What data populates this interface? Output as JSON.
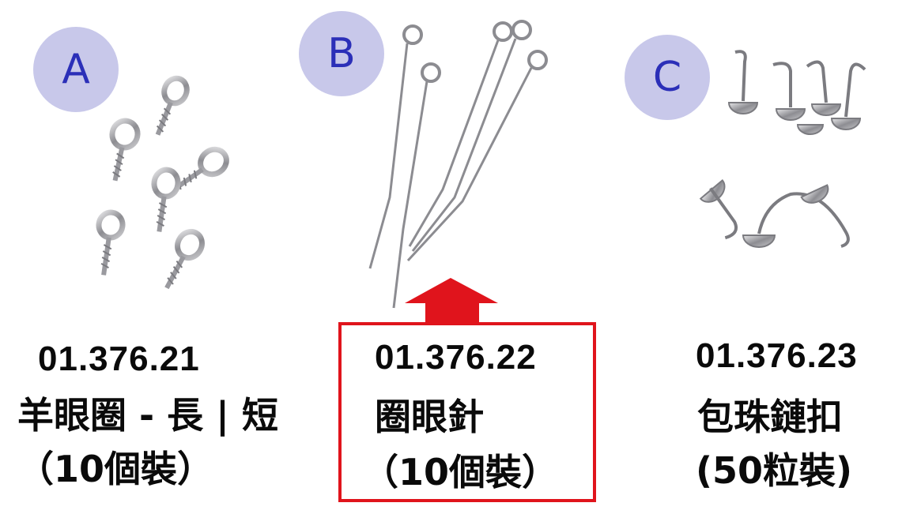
{
  "products": [
    {
      "letter": "A",
      "code": "01.376.21",
      "name": "羊眼圈 - 長 | 短",
      "qty": "（10個裝）"
    },
    {
      "letter": "B",
      "code": "01.376.22",
      "name": "圈眼針",
      "qty": "（10個裝）"
    },
    {
      "letter": "C",
      "code": "01.376.23",
      "name": "包珠鏈扣",
      "qty": "(50粒裝)"
    }
  ],
  "highlight": {
    "selected": "B",
    "color": "#e0141c"
  },
  "colors": {
    "badge_fill": "#c8c8ea",
    "badge_text": "#2b2fb8",
    "metal": "#a9a9ad"
  }
}
